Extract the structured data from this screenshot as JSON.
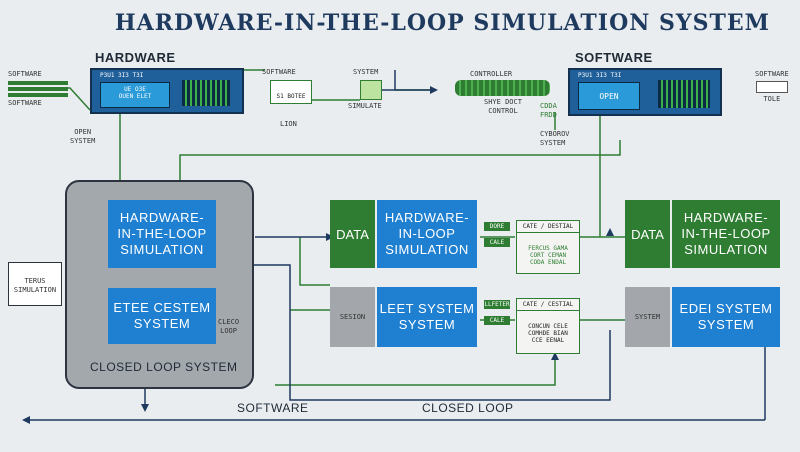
{
  "title": "HARDWARE-IN-THE-LOOP SIMULATION SYSTEM",
  "sections": {
    "hardware": "HARDWARE",
    "software": "SOFTWARE"
  },
  "top_left": {
    "side_label_1": "SOFTWARE",
    "side_label_2": "SOFTWARE",
    "open_system": "OPEN\nSYSTEM",
    "panel_header": "P3U1 3I3 T3I",
    "panel_screen_top": "UE O3E",
    "panel_screen_bottom": "OUEN ELET",
    "software_label": "SOFTWARE",
    "device_label": "S1 BOTEE",
    "lion": "LION",
    "system_label": "SYSTEM",
    "simulate_label": "SIMULATE"
  },
  "top_right": {
    "control_label": "CONTROLLER",
    "shye_control_1": "SHYE DOCT",
    "shye_control_2": "CONTROL",
    "data_label": "CDDA",
    "data_sub": "FRDD",
    "cyborov": "CYBOROV\nSYSTEM",
    "panel_header": "P3U1 3I3 T3I",
    "panel_screen": "OPEN",
    "right_label_1": "SOFTWARE",
    "right_label_2": "TOLE"
  },
  "closed_loop": {
    "box1": "HARDWARE-\nIN-THE-LOOP\nSIMULATION",
    "box2": "ETEE CESTEM\nSYSTEM",
    "side_text": "CLECO\nLOOP",
    "label": "CLOSED LOOP SYSTEM",
    "left_device": "TERUS\nSIMULATION"
  },
  "middle": {
    "data": "DATA",
    "hil": "HARDWARE-\nIN-LOOP\nSIMULATION",
    "gray": "SESION",
    "leet": "LEET SYSTEM\nSYSTEM",
    "btn1": "DORE",
    "btn2": "CALE",
    "btn3": "LLFETER",
    "btn4": "CALE",
    "tbl1_head": "CATE / DESTIAL",
    "tbl1_body": "FERCUS GAMA\nCORT CEMAN\nCODA ENDAL",
    "tbl2_head": "CATE / CESTIAL",
    "tbl2_body": "CONCUN CELE\nCOMHDE BIAN\nCCE EENAL"
  },
  "right": {
    "data": "DATA",
    "hil": "HARDWARE-\nIN-THE-LOOP\nSIMULATION",
    "gray": "SYSTEM",
    "elec": "EDEI SYSTEM\nSYSTEM"
  },
  "bottom": {
    "software": "SOFTWARE",
    "closed_loop": "CLOSED LOOP"
  }
}
